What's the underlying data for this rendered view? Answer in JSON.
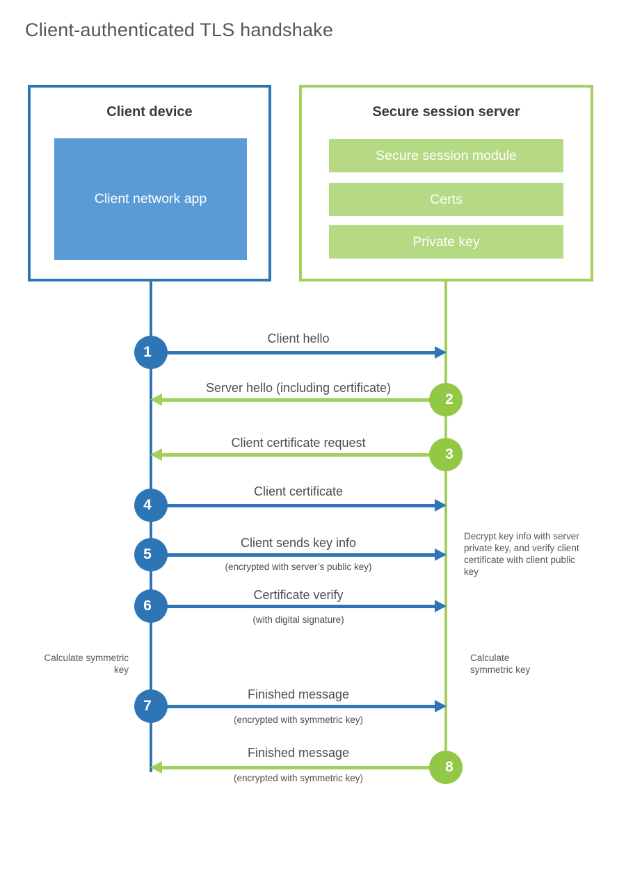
{
  "title": "Client-authenticated TLS handshake",
  "colors": {
    "blue": "#2e75b5",
    "blue_fill": "#5b9bd5",
    "green_line": "#a3cf5f",
    "green_circle": "#92c845",
    "green_fill": "#b6d983"
  },
  "client": {
    "title": "Client device",
    "app_label": "Client network app"
  },
  "server": {
    "title": "Secure session server",
    "modules": [
      "Secure session module",
      "Certs",
      "Private key"
    ]
  },
  "messages": [
    {
      "num": "1",
      "from": "client",
      "direction": "right",
      "label": "Client hello",
      "sub": ""
    },
    {
      "num": "2",
      "from": "server",
      "direction": "left",
      "label": "Server hello (including certificate)",
      "sub": ""
    },
    {
      "num": "3",
      "from": "server",
      "direction": "left",
      "label": "Client certificate request",
      "sub": ""
    },
    {
      "num": "4",
      "from": "client",
      "direction": "right",
      "label": "Client certificate",
      "sub": ""
    },
    {
      "num": "5",
      "from": "client",
      "direction": "right",
      "label": "Client sends key info",
      "sub": "(encrypted with server’s public key)"
    },
    {
      "num": "6",
      "from": "client",
      "direction": "right",
      "label": "Certificate verify",
      "sub": "(with digital signature)"
    },
    {
      "num": "7",
      "from": "client",
      "direction": "right",
      "label": "Finished message",
      "sub": "(encrypted with symmetric key)"
    },
    {
      "num": "8",
      "from": "server",
      "direction": "left",
      "label": "Finished message",
      "sub": "(encrypted with symmetric key)"
    }
  ],
  "notes": {
    "decrypt": "Decrypt key info with server private key, and verify client certificate with client public key",
    "calc_left": "Calculate symmetric key",
    "calc_right": "Calculate symmetric key"
  }
}
